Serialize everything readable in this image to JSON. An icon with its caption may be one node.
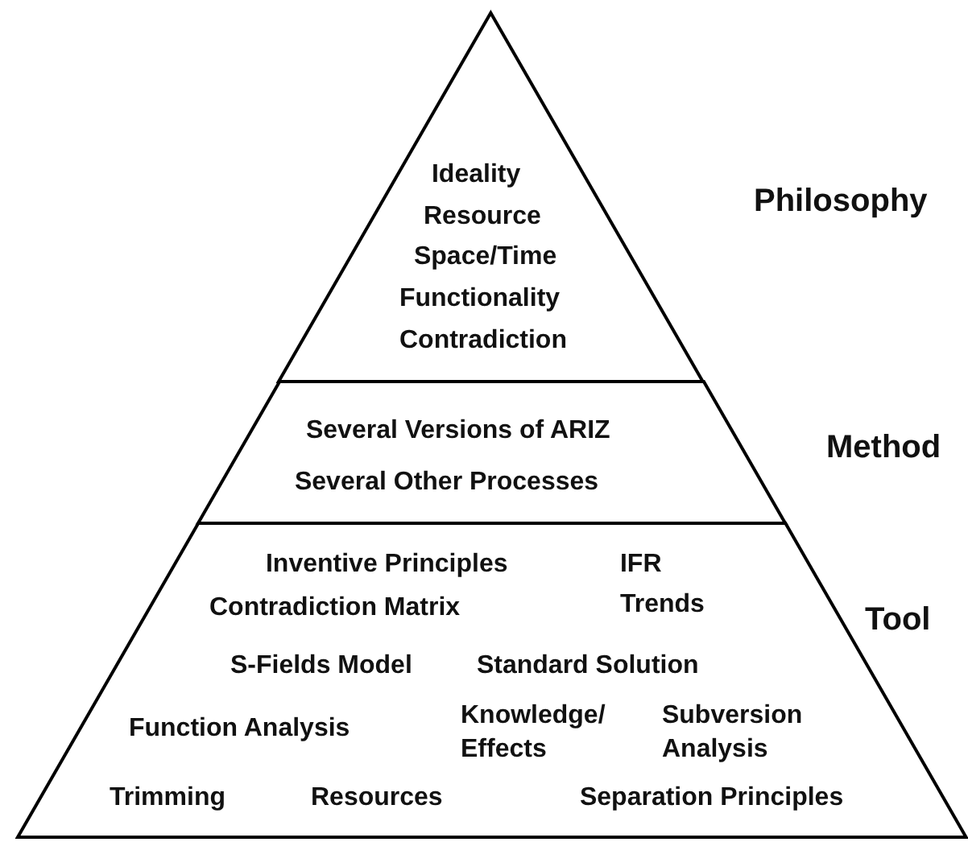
{
  "diagram": {
    "nodes": [
      {
        "text": [
          "Ideality",
          "Resource",
          "Space/Time",
          "Functionality",
          "Contradiction"
        ],
        "beside": [
          "Philosophy"
        ]
      },
      {
        "text": [
          "Several Versions of ARIZ",
          "Several Other Processes"
        ],
        "beside": [
          "Method"
        ]
      },
      {
        "text": [
          "Inventive Principles",
          "IFR",
          "Contradiction Matrix",
          "Trends",
          "S-Fields Model",
          "Standard Solution",
          "Function Analysis",
          "Knowledge/ Effects",
          "Subversion Analysis",
          "Trimming",
          "Resources",
          "Separation Principles"
        ],
        "beside": [
          "Tool"
        ]
      }
    ],
    "edges": []
  }
}
